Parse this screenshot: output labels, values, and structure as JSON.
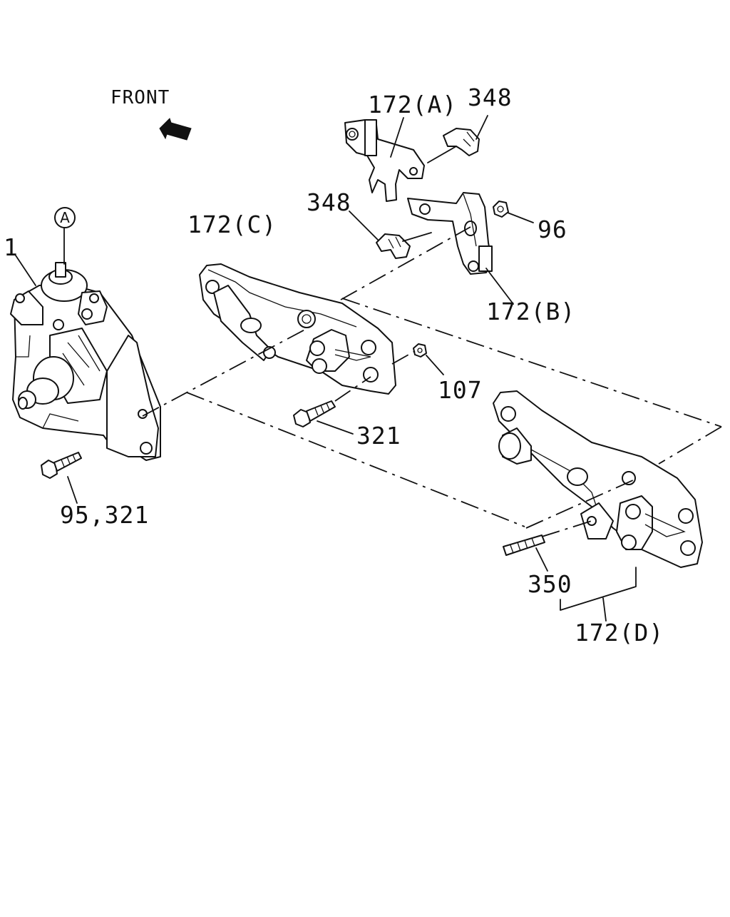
{
  "diagram": {
    "labels": {
      "front": "FRONT",
      "callout_a": "A",
      "part_1": "1",
      "part_172a": "172(A)",
      "part_348_top": "348",
      "part_348_left": "348",
      "part_96": "96",
      "part_172b": "172(B)",
      "part_172c": "172(C)",
      "part_107": "107",
      "part_321": "321",
      "part_95_321": "95,321",
      "part_350": "350",
      "part_172d": "172(D)"
    }
  }
}
